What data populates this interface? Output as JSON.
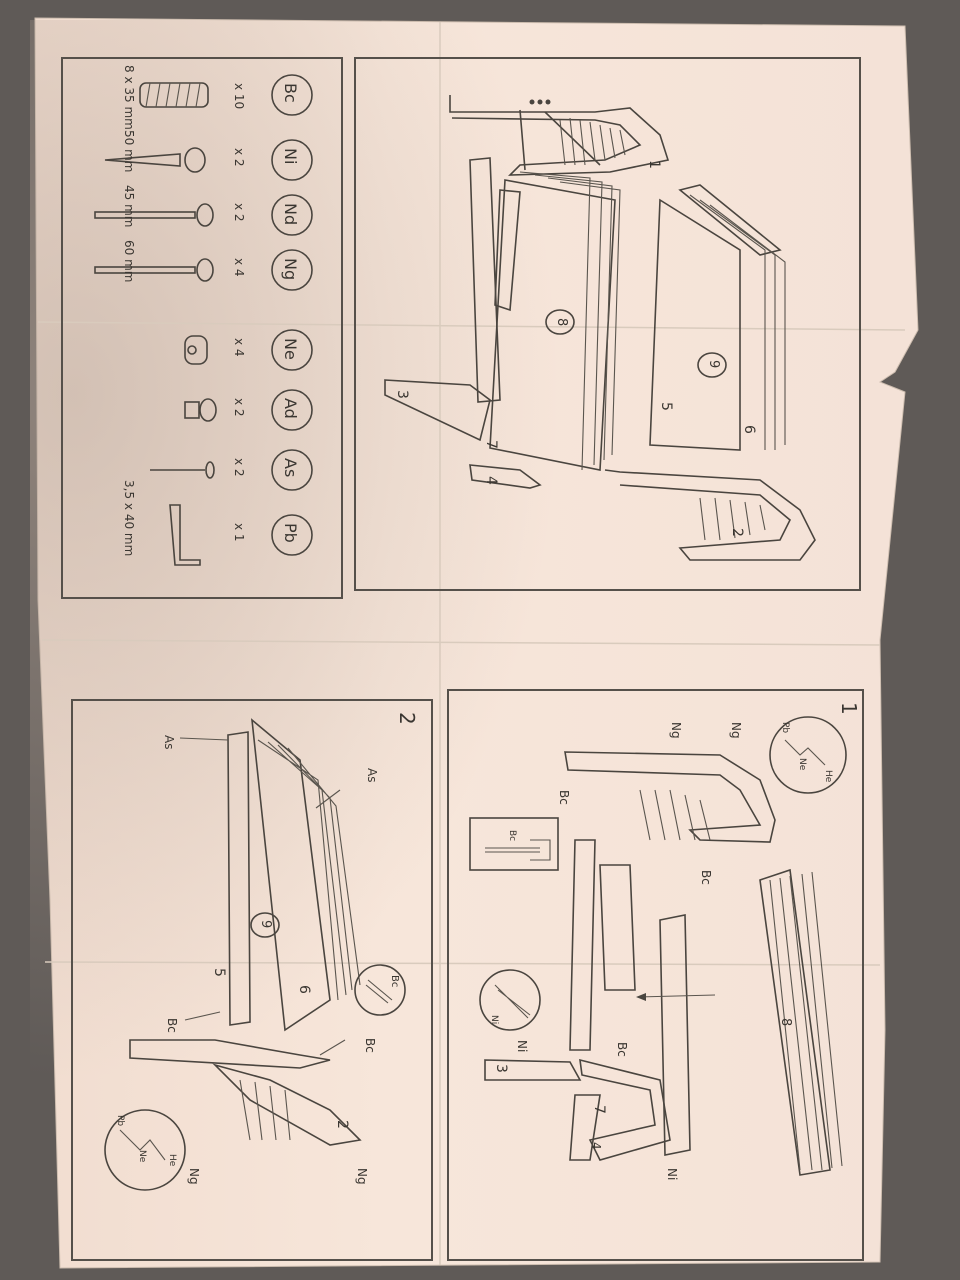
{
  "parts_list": [
    {
      "code": "Bc",
      "qty": "x 10",
      "size": "8 x 35 mm",
      "icon": "dowel-icon"
    },
    {
      "code": "Ni",
      "qty": "x 2",
      "size": "50 mm",
      "icon": "wood-screw-icon"
    },
    {
      "code": "Nd",
      "qty": "x 2",
      "size": "45 mm",
      "icon": "bolt-icon"
    },
    {
      "code": "Ng",
      "qty": "x 4",
      "size": "60 mm",
      "icon": "bolt-icon"
    },
    {
      "code": "Ne",
      "qty": "x 4",
      "size": "",
      "icon": "barrel-nut-icon"
    },
    {
      "code": "Ad",
      "qty": "x 2",
      "size": "",
      "icon": "cap-nut-icon"
    },
    {
      "code": "As",
      "qty": "x 2",
      "size": "3,5 x 40 mm",
      "icon": "small-screw-icon"
    },
    {
      "code": "Pb",
      "qty": "x 1",
      "size": "",
      "icon": "allen-key-icon"
    }
  ],
  "overview_labels": [
    "1",
    "2",
    "3",
    "4",
    "5",
    "6",
    "7",
    "8",
    "9"
  ],
  "step1": {
    "number": "1",
    "labels": {
      "ng_a": "Ng",
      "ng_b": "Ng",
      "bc_a": "Bc",
      "bc_b": "Bc",
      "bc_c": "Bc",
      "bc_d": "Bc",
      "ni_a": "Ni",
      "ni_b": "Ni",
      "ni_c": "Ni",
      "p3": "3",
      "p4": "4",
      "p7": "7",
      "p8": "8",
      "detail_pb": "Pb",
      "detail_ne": "Ne",
      "detail_he": "He"
    }
  },
  "step2": {
    "number": "2",
    "labels": {
      "as_a": "As",
      "as_b": "As",
      "bc_a": "Bc",
      "bc_b": "Bc",
      "bc_c": "Bc",
      "ng_a": "Ng",
      "ng_b": "Ng",
      "p2": "2",
      "p5": "5",
      "p6": "6",
      "p9": "9",
      "detail_pb": "Pb",
      "detail_ne": "Ne",
      "detail_he": "He"
    }
  }
}
